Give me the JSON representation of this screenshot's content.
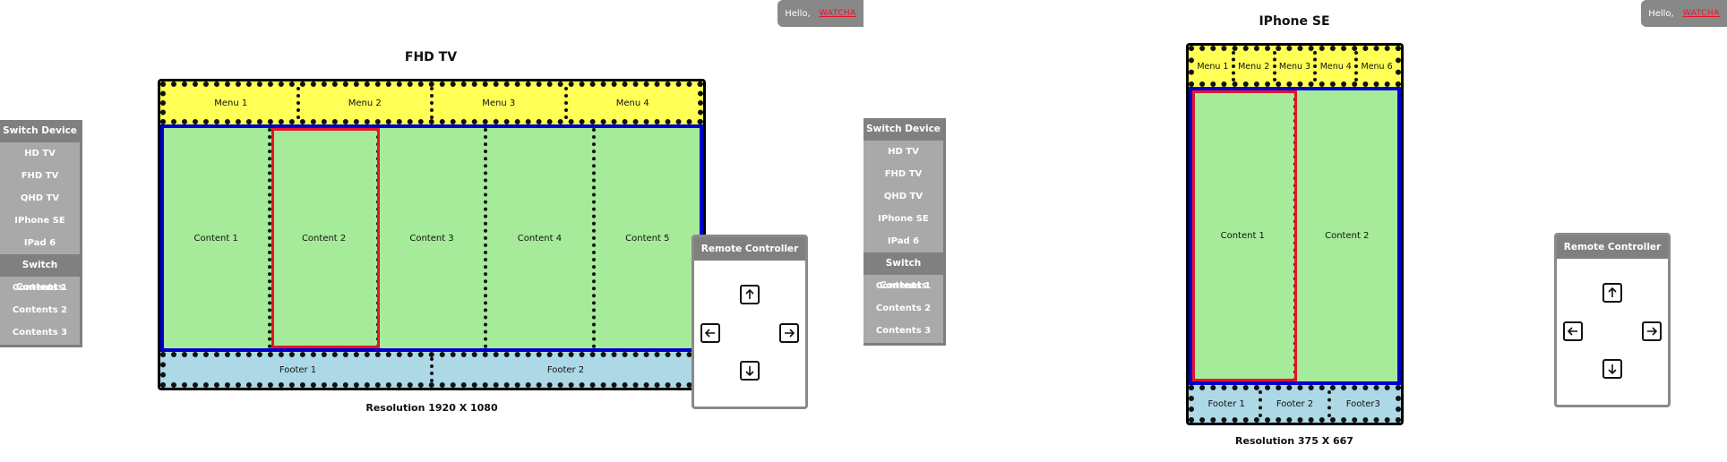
{
  "hello": {
    "greeting": "Hello,",
    "user": "WATCHA"
  },
  "side_menu": {
    "switch_device_label": "Switch Device",
    "devices": [
      "HD TV",
      "FHD TV",
      "QHD TV",
      "IPhone SE",
      "IPad 6"
    ],
    "switch_contents_label": "Switch Contents",
    "contents": [
      "Contents 1",
      "Contents 2",
      "Contents 3"
    ]
  },
  "tv": {
    "title": "FHD TV",
    "menus": [
      "Menu 1",
      "Menu 2",
      "Menu 3",
      "Menu 4"
    ],
    "contents": [
      "Content 1",
      "Content 2",
      "Content 3",
      "Content 4",
      "Content 5"
    ],
    "selected_content": "Content 2",
    "footers": [
      "Footer 1",
      "Footer 2"
    ],
    "resolution": "Resolution 1920 X 1080"
  },
  "phone": {
    "title": "IPhone SE",
    "menus": [
      "Menu 1",
      "Menu 2",
      "Menu 3",
      "Menu 4",
      "Menu 6"
    ],
    "contents": [
      "Content 1",
      "Content 2"
    ],
    "selected_content": "Content 1",
    "footers": [
      "Footer 1",
      "Footer 2",
      "Footer3"
    ],
    "resolution": "Resolution 375 X 667"
  },
  "remote": {
    "title": "Remote Controller",
    "buttons": [
      "arrow-up-icon",
      "arrow-left-icon",
      "arrow-right-icon",
      "arrow-down-icon"
    ]
  },
  "colors": {
    "menu_bg": "#ffff55",
    "content_bg": "#a6eb99",
    "content_border": "#0000cc",
    "selected": "#e8132b",
    "footer_bg": "#add8e6",
    "panel_grey": "#808080"
  }
}
